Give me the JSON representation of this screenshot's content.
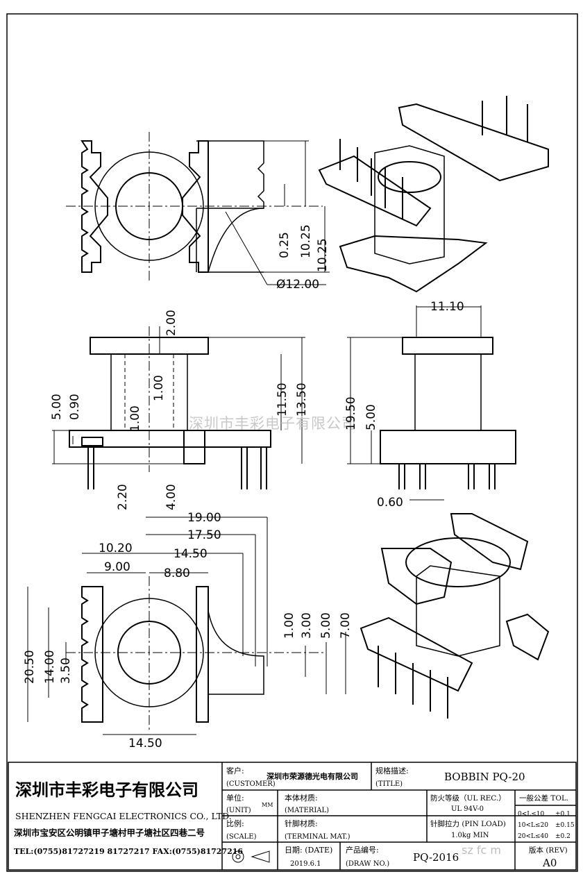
{
  "company": {
    "name_cn": "深圳市丰彩电子有限公司",
    "name_en": "SHENZHEN FENGCAI ELECTRONICS CO., LTD.",
    "address": "深圳市宝安区公明镇甲子塘村甲子塘社区四巷二号",
    "contact": "TEL:(0755)81727219  81727217   FAX:(0755)81727216"
  },
  "title_block": {
    "customer_label_cn": "客户:",
    "customer_label_en": "(CUSTOMER)",
    "customer_value": "深圳市荣源德光电有限公司",
    "spec_label_cn": "规格描述:",
    "spec_label_en": "(TITLE)",
    "spec_value": "BOBBIN PQ-20",
    "unit_label_cn": "单位:",
    "unit_label_en": "(UNIT)",
    "unit_value": "MM",
    "material_label_cn": "本体材质:",
    "material_label_en": "(MATERIAL)",
    "flame_label": "防火等级（UL REC.）",
    "flame_value": "UL 94V-0",
    "tol_label": "一般公差 TOL.",
    "tol_rows": [
      {
        "range": "0<L≤10",
        "value": "±0.1"
      },
      {
        "range": "10<L≤20",
        "value": "±0.15"
      },
      {
        "range": "20<L≤40",
        "value": "±0.2"
      }
    ],
    "scale_label_cn": "比例:",
    "scale_label_en": "(SCALE)",
    "terminal_label_cn": "针脚材质:",
    "terminal_label_en": "(TERMINAL MAT.)",
    "pinload_label": "针脚拉力 (PIN LOAD)",
    "pinload_value": "1.0kg MIN",
    "date_label": "日期: (DATE)",
    "date_value": "2019.6.1",
    "drawno_label_cn": "产品编号:",
    "drawno_label_en": "(DRAW NO.)",
    "drawno_value": "PQ-2016",
    "rev_label": "版本 (REV)",
    "rev_value": "A0"
  },
  "dimensions": {
    "d1": "0.25",
    "d2": "10.25",
    "d3": "10.25",
    "d4": "Ø12.00",
    "d5": "2.00",
    "d6": "1.00",
    "d7": "11.50",
    "d8": "13.50",
    "d9": "5.00",
    "d10": "0.90",
    "d11": "1.00",
    "d12": "2.20",
    "d13": "4.00",
    "d14": "11.10",
    "d15": "19.50",
    "d16": "5.00",
    "d17": "0.60",
    "d18": "19.00",
    "d19": "17.50",
    "d20": "14.50",
    "d21": "10.20",
    "d22": "9.00",
    "d23": "8.80",
    "d24": "20.50",
    "d25": "14.00",
    "d26": "3.50",
    "d27": "1.00",
    "d28": "3.00",
    "d29": "5.00",
    "d30": "7.00",
    "d31": "14.50"
  },
  "watermark": {
    "text": "深圳市丰彩电子有限公司",
    "site": "sz     fc     m"
  }
}
